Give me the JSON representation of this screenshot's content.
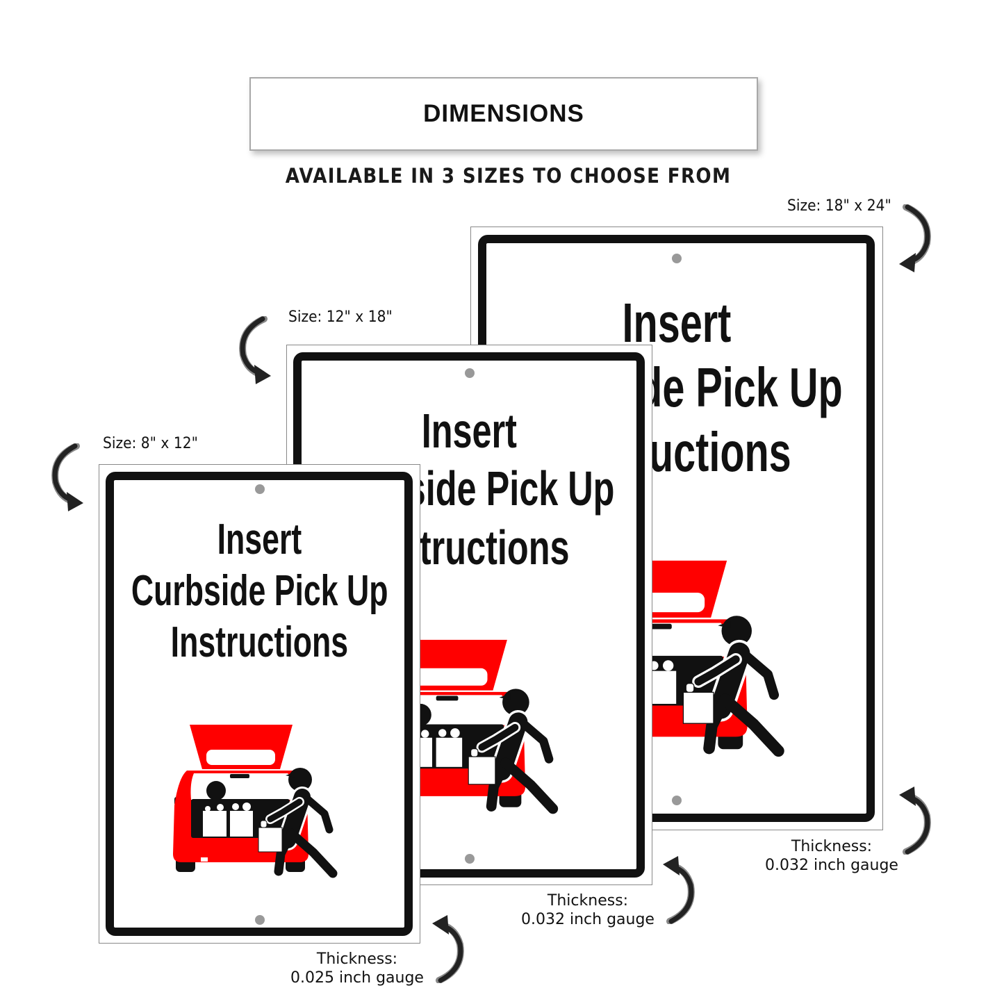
{
  "header": {
    "title": "DIMENSIONS",
    "subtitle": "AVAILABLE IN 3 SIZES TO CHOOSE FROM"
  },
  "sign_text": {
    "line1": "Insert",
    "line2": "Curbside Pick Up",
    "line3": "Instructions"
  },
  "sizes": [
    {
      "size": "Size: 8\" x 12\"",
      "thickness_label": "Thickness:",
      "thickness": "0.025 inch gauge"
    },
    {
      "size": "Size: 12\" x 18\"",
      "thickness_label": "Thickness:",
      "thickness": "0.032 inch gauge"
    },
    {
      "size": "Size: 18\" x 24\"",
      "thickness_label": "Thickness:",
      "thickness": "0.032 inch gauge"
    }
  ],
  "colors": {
    "car_red": "#ff0000",
    "border_black": "#111111",
    "hole_gray": "#999999"
  }
}
